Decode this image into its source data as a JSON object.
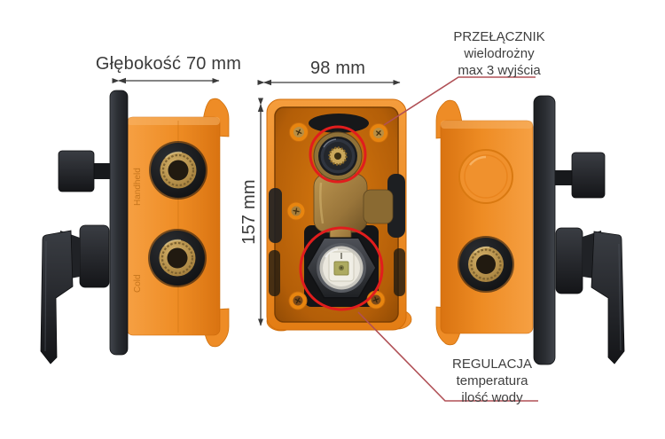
{
  "figure": {
    "type": "product-dimension-diagram",
    "background": "#ffffff",
    "views": [
      "left-side-view",
      "center-open-view",
      "right-side-view"
    ]
  },
  "dimensions": {
    "depth": {
      "label": "Głębokość 70 mm"
    },
    "width": {
      "label": "98 mm"
    },
    "height": {
      "label": "157 mm"
    }
  },
  "callouts": {
    "switch": {
      "lines": [
        "PRZEŁĄCZNIK",
        "wielodrożny",
        "max 3 wyjścia"
      ]
    },
    "regulation": {
      "lines": [
        "REGULACJA",
        "temperatura",
        "ilość wody"
      ]
    }
  },
  "embossed": {
    "left_top": "Handheld",
    "left_bottom": "Cold"
  },
  "colors": {
    "annotation_text": "#3b3b3b",
    "dimension_line": "#3a3a3a",
    "leader_line": "#b05056",
    "highlight_circle": "#e11d1d",
    "body_orange": "#f08c28",
    "body_orange_dark": "#d97311",
    "hardware_black": "#26282b",
    "brass": "#b08d4a",
    "ceramic_white": "#ebe8de",
    "cartridge_olive": "#adaa60"
  }
}
